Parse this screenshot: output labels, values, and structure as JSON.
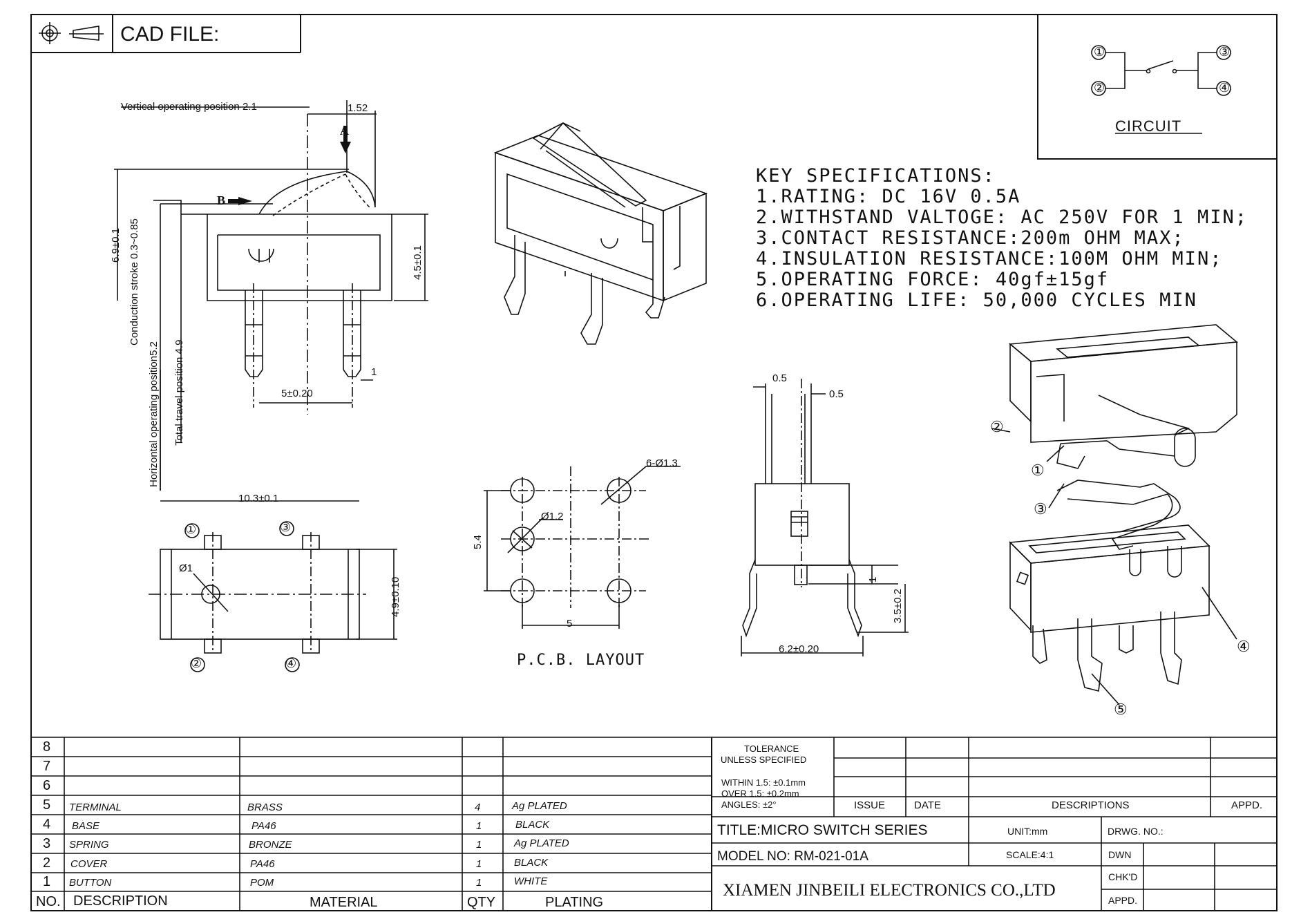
{
  "header": {
    "cad_label": "CAD FILE:",
    "projection_icon": "first-angle-projection-icon"
  },
  "circuit": {
    "terminals": [
      "①",
      "②",
      "③",
      "④"
    ],
    "label": "CIRCUIT"
  },
  "specs": {
    "title": "KEY SPECIFICATIONS:",
    "lines": [
      "1.RATING: DC 16V 0.5A",
      "2.WITHSTAND VALTOGE: AC 250V FOR 1 MIN;",
      "3.CONTACT RESISTANCE:200m OHM MAX;",
      "4.INSULATION RESISTANCE:100M OHM MIN;",
      "5.OPERATING FORCE: 40gf±15gf",
      "6.OPERATING LIFE: 50,000 CYCLES MIN"
    ]
  },
  "side_view": {
    "vertical_pos": "Vertical operating position 2.1",
    "dim_152": "1.52",
    "label_a": "A",
    "label_b": "B",
    "dim_69": "6.9±0.1",
    "conduction": "Conduction stroke 0.3~0.85",
    "horizontal": "Horizontal operating position5.2",
    "total_travel": "Total travel position 4.9",
    "dim_45": "4.5±0.1",
    "dim_1": "1",
    "dim_5": "5±0.20"
  },
  "top_view": {
    "dim_103": "10.3±0.1",
    "dim_phi1": "Ø1",
    "dim_49": "4.9±0.10",
    "n1": "①",
    "n2": "②",
    "n3": "③",
    "n4": "④"
  },
  "pcb": {
    "holes": "6-Ø1.3",
    "phi12": "Ø1.2",
    "dim_54": "5.4",
    "dim_5": "5",
    "label": "P.C.B. LAYOUT"
  },
  "front_view": {
    "d05a": "0.5",
    "d05b": "0.5",
    "d1": "1",
    "d35": "3.5±0.2",
    "d62": "6.2±0.20"
  },
  "exploded": {
    "parts": [
      "①",
      "②",
      "③",
      "④",
      "⑤"
    ]
  },
  "bom": {
    "rows": [
      {
        "no": "8",
        "desc": "",
        "material": "",
        "qty": "",
        "plating": ""
      },
      {
        "no": "7",
        "desc": "",
        "material": "",
        "qty": "",
        "plating": ""
      },
      {
        "no": "6",
        "desc": "",
        "material": "",
        "qty": "",
        "plating": ""
      },
      {
        "no": "5",
        "desc": "TERMINAL",
        "material": "BRASS",
        "qty": "4",
        "plating": "Ag PLATED"
      },
      {
        "no": "4",
        "desc": "BASE",
        "material": "PA46",
        "qty": "1",
        "plating": "BLACK"
      },
      {
        "no": "3",
        "desc": "SPRING",
        "material": "BRONZE",
        "qty": "1",
        "plating": "Ag PLATED"
      },
      {
        "no": "2",
        "desc": "COVER",
        "material": "PA46",
        "qty": "1",
        "plating": "BLACK"
      },
      {
        "no": "1",
        "desc": "BUTTON",
        "material": "POM",
        "qty": "1",
        "plating": "WHITE"
      }
    ],
    "headers": {
      "no": "NO.",
      "desc": "DESCRIPTION",
      "material": "MATERIAL",
      "qty": "QTY",
      "plating": "PLATING"
    }
  },
  "title_block": {
    "tolerance": "TOLERANCE",
    "unless": "UNLESS SPECIFIED",
    "within": "WITHIN 1.5: ±0.1mm",
    "over": "OVER 1.5:  ±0.2mm",
    "angles": "ANGLES: ±2°",
    "issue": "ISSUE",
    "date": "DATE",
    "descriptions": "DESCRIPTIONS",
    "appd": "APPD.",
    "title": "TITLE:MICRO SWITCH SERIES",
    "unit": "UNIT:mm",
    "drwg": "DRWG. NO.:",
    "model": "MODEL NO: RM-021-01A",
    "scale": "SCALE:4:1",
    "dwn": "DWN",
    "chkd": "CHK'D",
    "appd2": "APPD.",
    "company": "XIAMEN JINBEILI ELECTRONICS CO.,LTD"
  }
}
